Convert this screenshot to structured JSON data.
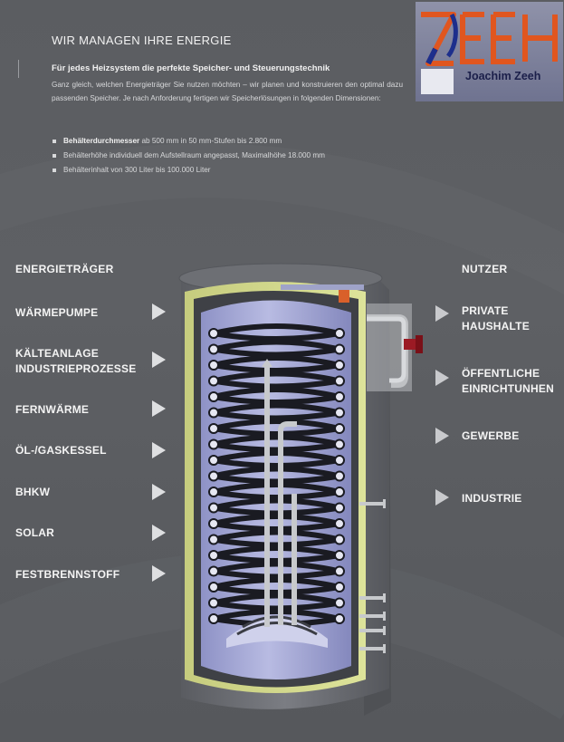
{
  "header": {
    "title": "WIR MANAGEN IHRE ENERGIE",
    "subtitle": "Für jedes Heizsystem die perfekte Speicher- und Steuerungstechnik",
    "intro": "Ganz gleich, welchen Energieträger Sie nutzen möchten – wir planen und konstruieren den optimal dazu passenden Speicher. Je nach Anforderung fertigen wir Speicherlösungen in folgenden Dimensionen:",
    "bullets": [
      {
        "bold": "Behälterdurchmesser",
        "text": " ab 500 mm in 50 mm-Stufen bis 2.800 mm"
      },
      {
        "bold": "",
        "text": "Behälterhöhe individuell dem Aufstellraum angepasst, Maximalhöhe 18.000 mm"
      },
      {
        "bold": "",
        "text": "Behälterinhalt von 300 Liter bis 100.000 Liter"
      }
    ]
  },
  "logo": {
    "letters": "ZEEH",
    "company": "Joachim Zeeh",
    "colors": {
      "orange": "#e0561f",
      "blue": "#1d2f8c",
      "bg": "#8286a0"
    }
  },
  "left": {
    "heading": "ENERGIETRÄGER",
    "items": [
      {
        "label": "WÄRMEPUMPE"
      },
      {
        "label": "KÄLTEANLAGE\nINDUSTRIEPROZESSE"
      },
      {
        "label": "FERNWÄRME"
      },
      {
        "label": "ÖL-/GASKESSEL"
      },
      {
        "label": "BHKW"
      },
      {
        "label": "SOLAR"
      },
      {
        "label": "FESTBRENNSTOFF"
      }
    ]
  },
  "right": {
    "heading": "NUTZER",
    "items": [
      {
        "label": "PRIVATE\nHAUSHALTE"
      },
      {
        "label": "ÖFFENTLICHE\nEINRICHTUNHEN"
      },
      {
        "label": "GEWERBE"
      },
      {
        "label": "INDUSTRIE"
      }
    ]
  },
  "illustration": {
    "name": "storage-tank-cutaway",
    "colors": {
      "insulation": "#cfd68a",
      "inner": "#a3a6d4",
      "coil": "#1a1b22",
      "shell": "#6e7075",
      "pipe": "#c7c9cc",
      "valve": "#9b1a24",
      "fitting": "#d9602a"
    }
  }
}
